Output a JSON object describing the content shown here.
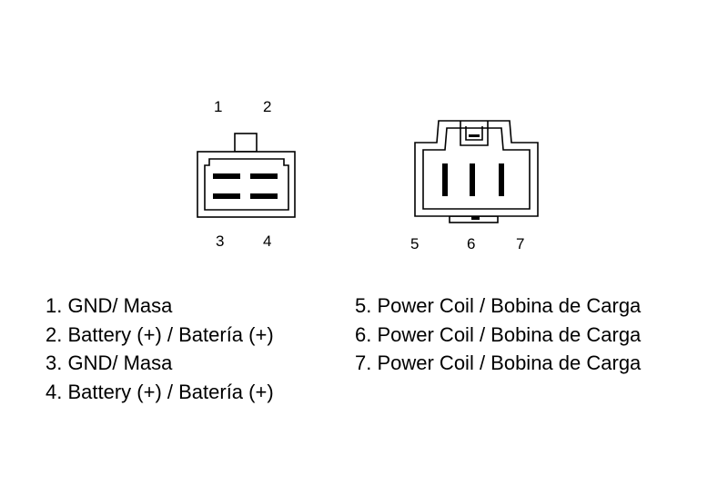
{
  "connector_a": {
    "pins": [
      {
        "number": "1"
      },
      {
        "number": "2"
      },
      {
        "number": "3"
      },
      {
        "number": "4"
      }
    ]
  },
  "connector_b": {
    "pins": [
      {
        "number": "5"
      },
      {
        "number": "6"
      },
      {
        "number": "7"
      }
    ]
  },
  "legend": {
    "left": [
      "1. GND/ Masa",
      "2. Battery (+) / Batería (+)",
      "3. GND/ Masa",
      "4. Battery (+) / Batería (+)"
    ],
    "right": [
      "5. Power Coil / Bobina de Carga",
      "6. Power Coil / Bobina de Carga",
      "7. Power Coil / Bobina de Carga"
    ]
  },
  "colors": {
    "stroke": "#000000",
    "background": "#ffffff"
  }
}
